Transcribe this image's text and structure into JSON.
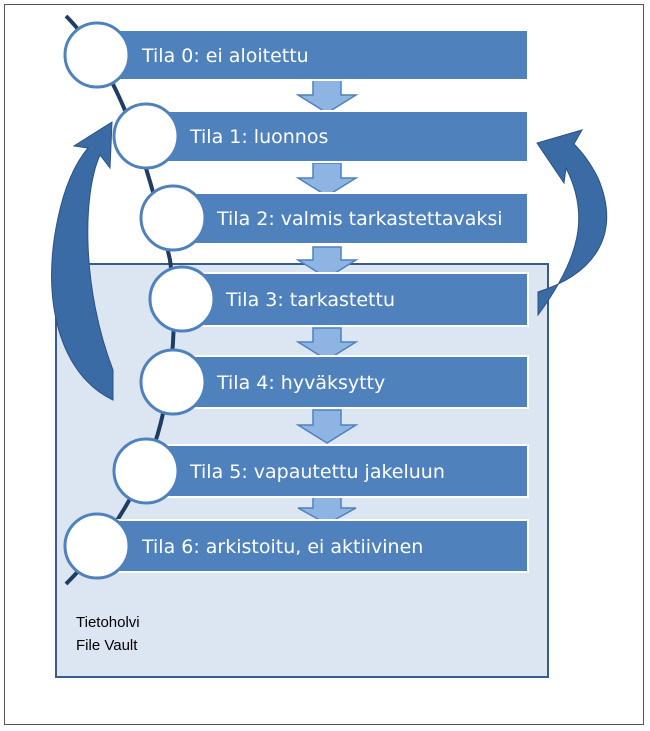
{
  "colors": {
    "bar": "#4F81BD",
    "bar_border": "#ffffff",
    "circle_fill": "#ffffff",
    "circle_stroke": "#4F81BD",
    "spine": "#1F3D63",
    "down_arrow_fill": "#8EB4E3",
    "down_arrow_stroke": "#4F81BD",
    "curved_arrow": "#3B6BA5",
    "vault_fill": "#DCE6F2",
    "vault_stroke": "#385D8A"
  },
  "stages": [
    {
      "label": "Tila 0: ei aloitettu"
    },
    {
      "label": "Tila 1: luonnos"
    },
    {
      "label": "Tila 2: valmis tarkastettavaksi"
    },
    {
      "label": "Tila 3: tarkastettu"
    },
    {
      "label": "Tila 4: hyväksytty"
    },
    {
      "label": "Tila 5: vapautettu jakeluun"
    },
    {
      "label": "Tila 6: arkistoitu, ei aktiivinen"
    }
  ],
  "vault": {
    "name_fi": "Tietoholvi",
    "name_en": "File Vault"
  },
  "icons": {
    "down_arrow": "down-arrow-icon",
    "curved_arrow_left": "curved-return-arrow-left-icon",
    "curved_arrow_right": "curved-return-arrow-right-icon"
  }
}
